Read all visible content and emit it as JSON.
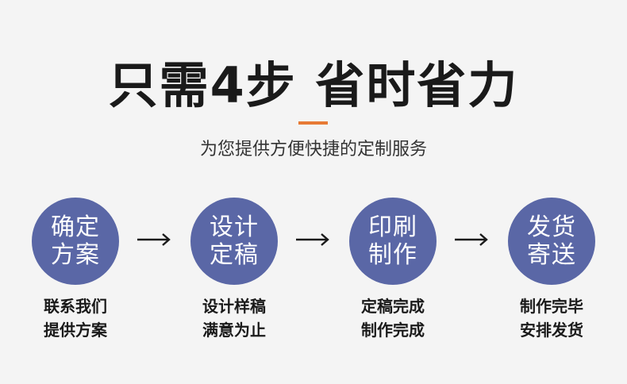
{
  "header": {
    "title": "只需4步 省时省力",
    "subtitle": "为您提供方便快捷的定制服务",
    "accent_color": "#e77a35"
  },
  "steps": [
    {
      "circle_line1": "确定",
      "circle_line2": "方案",
      "desc_line1": "联系我们",
      "desc_line2": "提供方案"
    },
    {
      "circle_line1": "设计",
      "circle_line2": "定稿",
      "desc_line1": "设计样稿",
      "desc_line2": "满意为止"
    },
    {
      "circle_line1": "印刷",
      "circle_line2": "制作",
      "desc_line1": "定稿完成",
      "desc_line2": "制作完成"
    },
    {
      "circle_line1": "发货",
      "circle_line2": "寄送",
      "desc_line1": "制作完毕",
      "desc_line2": "安排发货"
    }
  ],
  "colors": {
    "circle": "#5a67a6",
    "background": "#f4f4f4",
    "text": "#1a1a1a"
  },
  "icons": {
    "arrow": "right-arrow-icon"
  }
}
